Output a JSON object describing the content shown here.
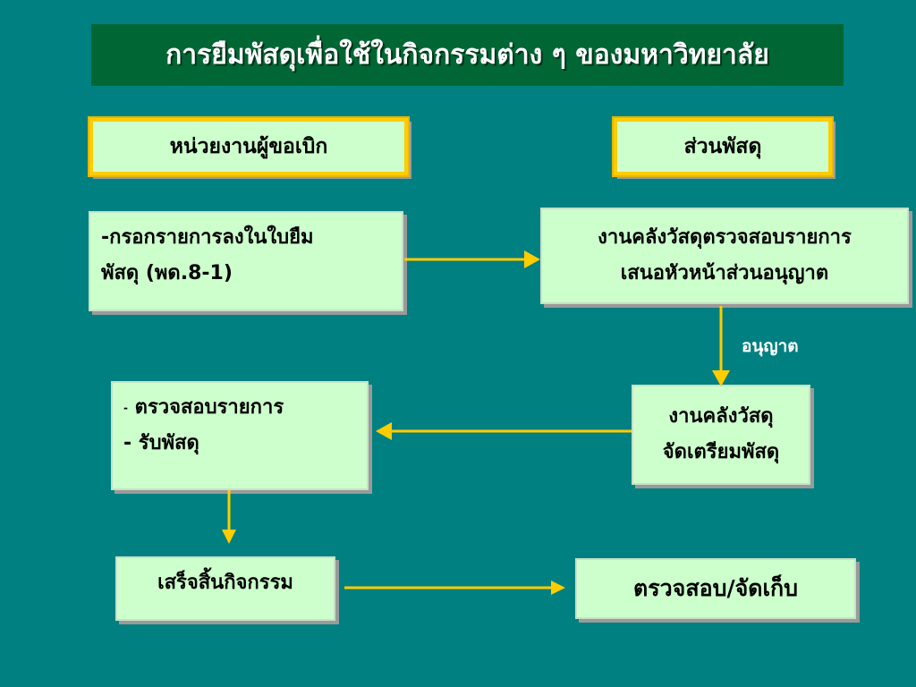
{
  "title": "การยืมพัสดุเพื่อใช้ในกิจกรรมต่าง ๆ ของมหาวิทยาลัย",
  "headers": {
    "requester": "หน่วยงานผู้ขอเบิก",
    "supplies": "ส่วนพัสดุ"
  },
  "steps": {
    "fill_form": {
      "line1": "-กรอกรายการลงในใบยืม",
      "line2": "พัสดุ (พด.8-1)"
    },
    "warehouse_check": {
      "line1": "งานคลังวัสดุตรวจสอบรายการ",
      "line2": "เสนอหัวหน้าส่วนอนุญาต"
    },
    "approve_label": "อนุญาต",
    "warehouse_prepare": {
      "line1": "งานคลังวัสดุ",
      "line2": "จัดเตรียมพัสดุ"
    },
    "receive": {
      "line1_dash": "-",
      "line1": "ตรวจสอบรายการ",
      "line2": "- รับพัสดุ"
    },
    "finish": "เสร็จสิ้นกิจกรรม",
    "return_check": "ตรวจสอบ/จัดเก็บ"
  },
  "colors": {
    "background": "#008080",
    "title_bar": "#006633",
    "box_fill": "#ccffcc",
    "header_border": "#ffcc00",
    "arrow": "#ffcc00"
  }
}
